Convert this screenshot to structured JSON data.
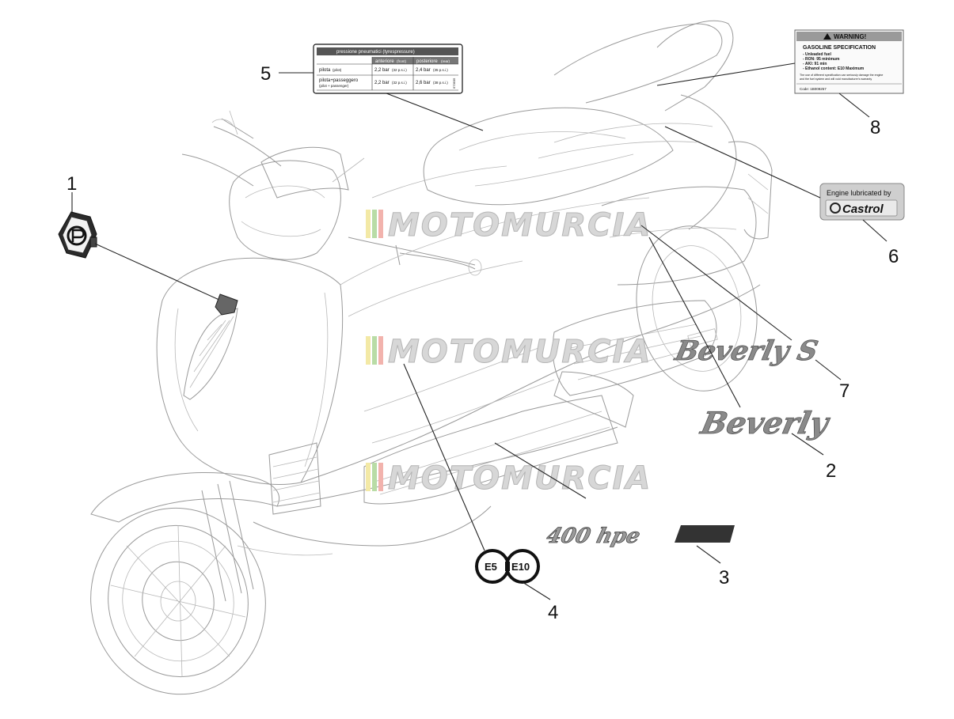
{
  "callouts": [
    {
      "id": 1,
      "label": "1"
    },
    {
      "id": 2,
      "label": "2"
    },
    {
      "id": 3,
      "label": "3"
    },
    {
      "id": 4,
      "label": "4"
    },
    {
      "id": 5,
      "label": "5"
    },
    {
      "id": 6,
      "label": "6"
    },
    {
      "id": 7,
      "label": "7"
    },
    {
      "id": 8,
      "label": "8"
    }
  ],
  "watermark": {
    "text": "MOTOMURCIA",
    "stripe_colors": [
      "#f3e9a6",
      "#b9dca6",
      "#f2b3ad"
    ]
  },
  "tyre_label": {
    "title": "pressione pneumatici    (tyrespressure)",
    "col_front": "anteriore",
    "col_front_en": "(front)",
    "col_rear": "posteriore",
    "col_rear_en": "(rear)",
    "row1_label": "pilota",
    "row1_label_en": "(pilot)",
    "row1_front": "2,2 bar",
    "row1_front_psi": "(32 p.s.i.)",
    "row1_rear": "2,4 bar",
    "row1_rear_psi": "(35 p.s.i.)",
    "row2_label": "pilota+passeggero",
    "row2_label_en": "(pilot + passenger)",
    "row2_front": "2,2 bar",
    "row2_front_psi": "(32 p.s.i.)",
    "row2_rear": "2,6 bar",
    "row2_rear_psi": "(38 p.s.i.)",
    "code": "673635"
  },
  "warning_label": {
    "header": "WARNING!",
    "title": "GASOLINE SPECIFICATION",
    "line1": "- Unleaded fuel",
    "line2": "- RON: 95 minimum",
    "line3": "- AKI: 91 min",
    "line4": "- Ethanol content: E10 Maximum",
    "note1": "The use of different specification can seriously damage the engine",
    "note2": "and the fuel system and will void manufacturer's warranty",
    "code": "Code: 1B009257"
  },
  "castrol_label": {
    "top": "Engine lubricated by",
    "brand": "Castrol"
  },
  "fuel_badges": {
    "left": "E5",
    "right": "E10"
  },
  "logos": {
    "beverly_s": "Beverly S",
    "beverly": "Beverly",
    "hpe": "400 hpe"
  }
}
